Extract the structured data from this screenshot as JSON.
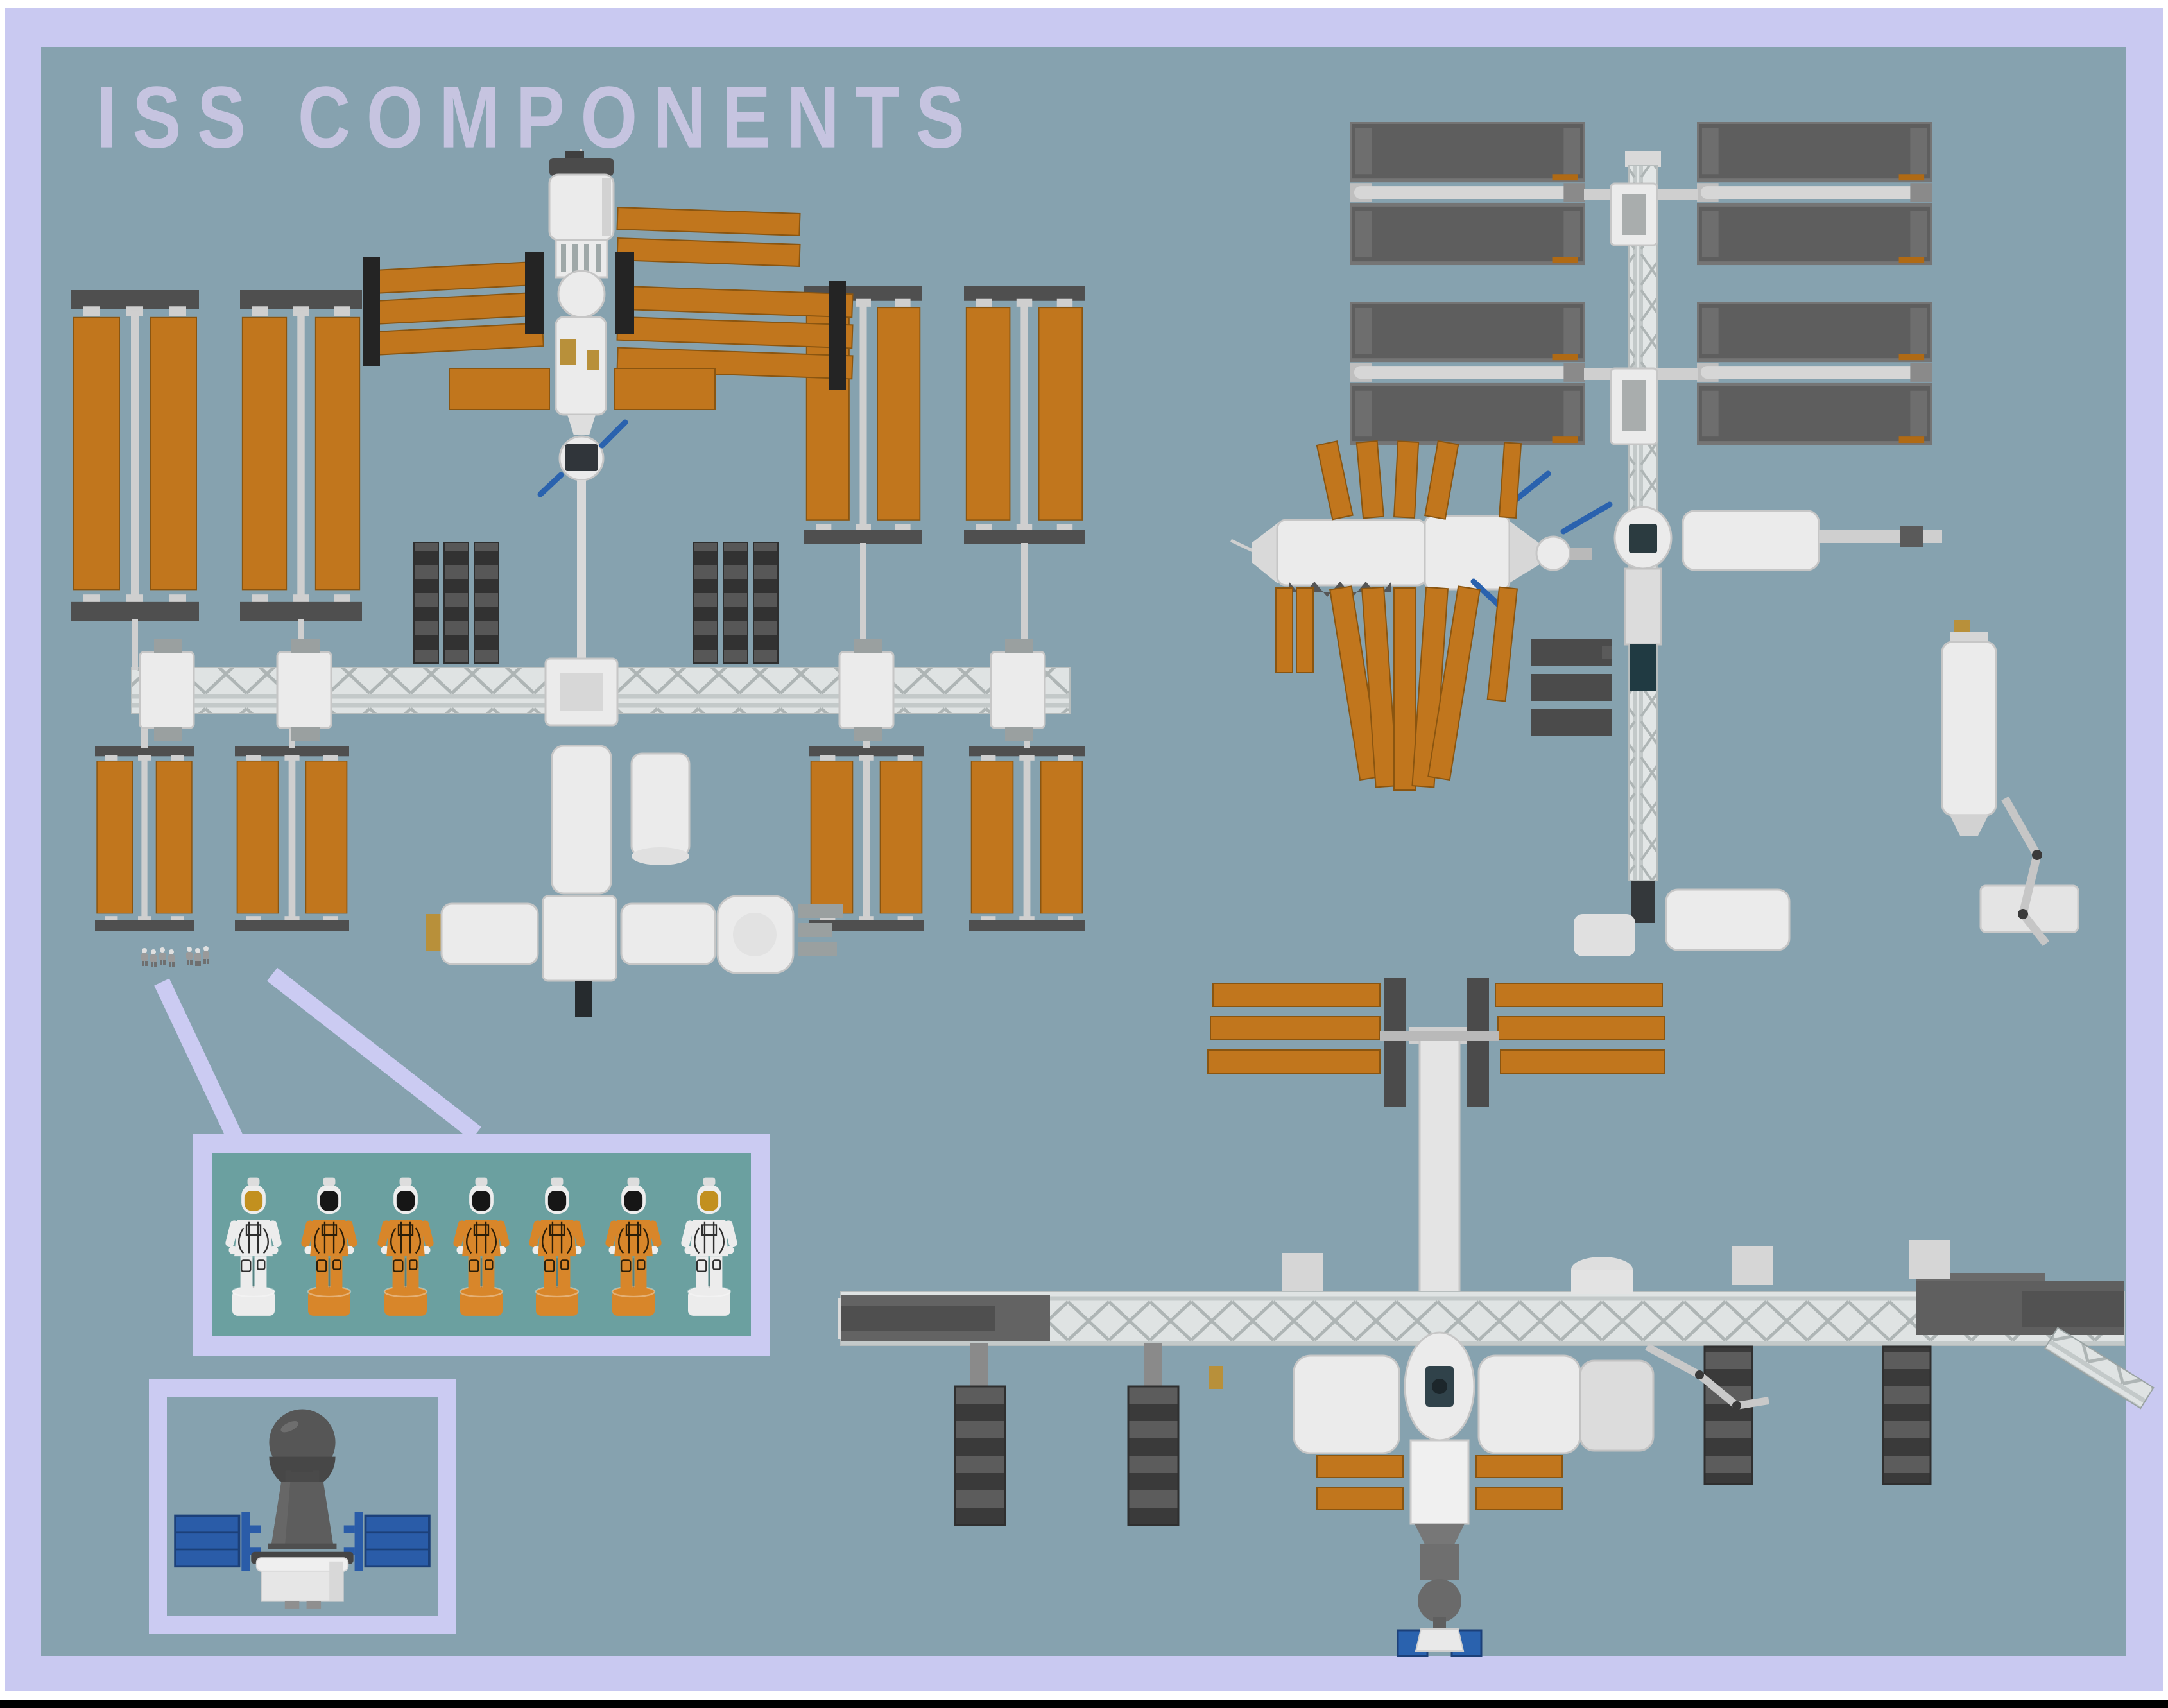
{
  "title": "ISS COMPONENTS",
  "palette": {
    "page_bg": "#ffffff",
    "frame": "#c9c9f1",
    "canvas": "#86a2af",
    "title_text": "#c6c4e0",
    "black": "#000000",
    "inset_border": "#cbcbf2",
    "inset_teal": "#6ba0a0",
    "orange": "#c1761d",
    "dark_panel": "#4b4b4b",
    "gray_panel": "#5e5e5e",
    "white_module": "#ebebeb",
    "truss": "#dfe3e3",
    "blue_accent": "#2a62ae",
    "gold_accent": "#b8903a",
    "suit_white": "#ececec",
    "suit_orange": "#d8862a",
    "visor_black": "#161616",
    "visor_gold": "#c2901f",
    "print_dark": "#2a1d08",
    "print_gray": "#2e2e2e"
  },
  "renders": {
    "top_view": {
      "view": "top",
      "orange_solar_wing_pairs": 8,
      "radiator_color": "orange"
    },
    "aft_view": {
      "view": "aft",
      "gray_solar_wing_pairs": 4,
      "russian_fan_panels_color": "orange"
    },
    "front_view": {
      "view": "front",
      "hanging_array_columns": 4,
      "upper_radiator_bars": 6
    }
  },
  "crew_inset": {
    "figure_count": 7,
    "figures": [
      {
        "suit": "suit_white",
        "visor": "visor_gold",
        "print": "print_gray"
      },
      {
        "suit": "suit_orange",
        "visor": "visor_black",
        "print": "print_dark"
      },
      {
        "suit": "suit_orange",
        "visor": "visor_black",
        "print": "print_dark"
      },
      {
        "suit": "suit_orange",
        "visor": "visor_black",
        "print": "print_dark"
      },
      {
        "suit": "suit_orange",
        "visor": "visor_black",
        "print": "print_dark"
      },
      {
        "suit": "suit_orange",
        "visor": "visor_black",
        "print": "print_dark"
      },
      {
        "suit": "suit_white",
        "visor": "visor_gold",
        "print": "print_gray"
      }
    ],
    "tiny_figure_count": 7
  },
  "satellite_inset": {
    "dome_color": "#565656",
    "body_color": "#5d5d5d",
    "base_color": "#e6e6e6",
    "solar_panel_color": "#2a5ca8"
  }
}
